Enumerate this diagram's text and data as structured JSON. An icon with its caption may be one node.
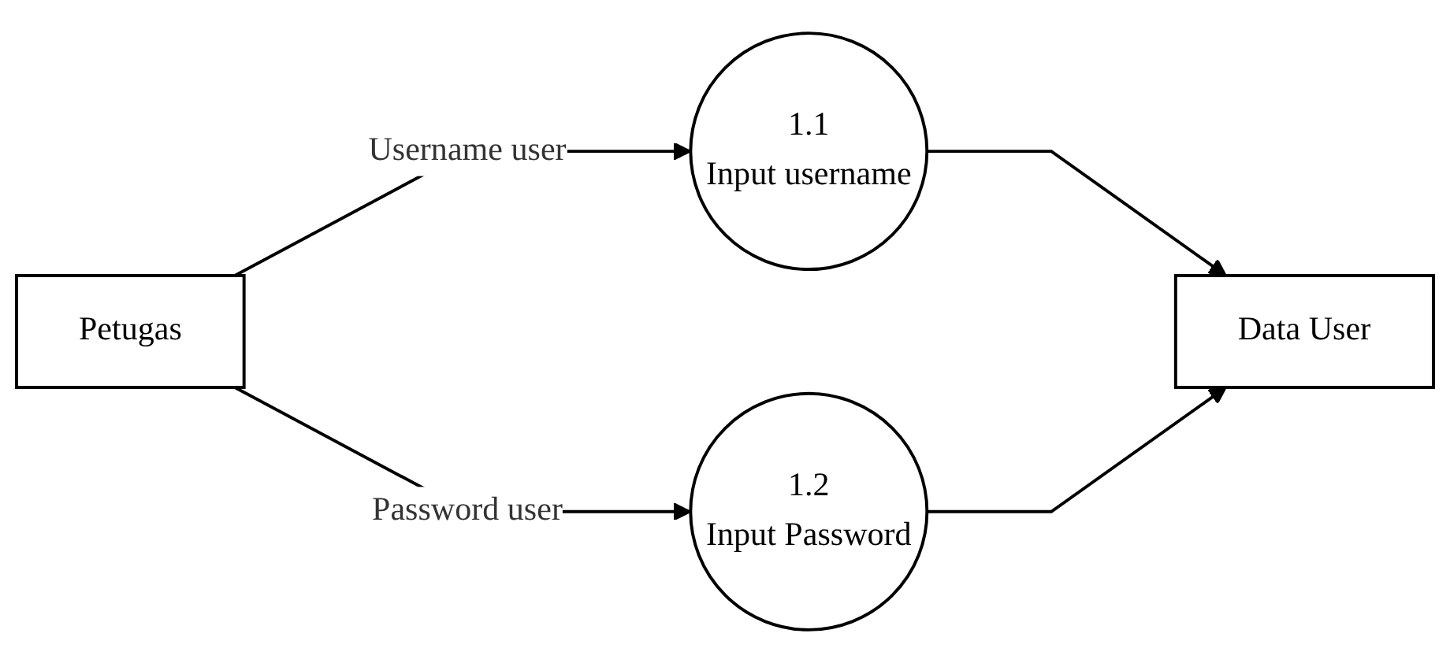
{
  "diagram": {
    "nodes": [
      {
        "text": [
          "Petugas"
        ]
      },
      {
        "text": [
          "1.1",
          "Input username"
        ]
      },
      {
        "text": [
          "1.2",
          "Input Password"
        ]
      },
      {
        "text": [
          "Data User"
        ]
      }
    ],
    "edges": [
      {
        "from": 0,
        "to": 1,
        "arrow": "to",
        "label": "Username user"
      },
      {
        "from": 0,
        "to": 2,
        "arrow": "to",
        "label": "Password user"
      },
      {
        "from": 1,
        "to": 3,
        "arrow": "to"
      },
      {
        "from": 2,
        "to": 3,
        "arrow": "to"
      }
    ]
  }
}
